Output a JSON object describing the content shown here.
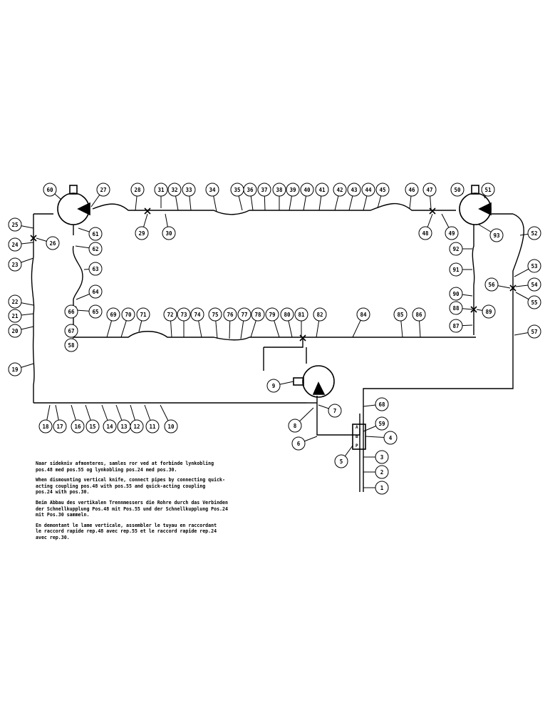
{
  "diagram": {
    "line_color": "#000000",
    "background": "#ffffff",
    "callouts": [
      "1",
      "2",
      "3",
      "4",
      "5",
      "6",
      "7",
      "8",
      "9",
      "10",
      "11",
      "12",
      "13",
      "14",
      "15",
      "16",
      "17",
      "18",
      "19",
      "20",
      "21",
      "22",
      "23",
      "24",
      "25",
      "26",
      "27",
      "28",
      "29",
      "30",
      "31",
      "32",
      "33",
      "34",
      "35",
      "36",
      "37",
      "38",
      "39",
      "40",
      "41",
      "42",
      "43",
      "44",
      "45",
      "46",
      "47",
      "48",
      "49",
      "50",
      "51",
      "52",
      "53",
      "54",
      "55",
      "56",
      "57",
      "58",
      "59",
      "60",
      "61",
      "62",
      "63",
      "64",
      "65",
      "66",
      "67",
      "68",
      "69",
      "70",
      "71",
      "72",
      "73",
      "74",
      "75",
      "76",
      "77",
      "78",
      "79",
      "80",
      "81",
      "82",
      "84",
      "85",
      "86",
      "87",
      "88",
      "89",
      "90",
      "91",
      "92",
      "93"
    ],
    "valve_ports": [
      "A",
      "B",
      "P"
    ]
  },
  "notes": {
    "danish": "Naar sidekniv afmonteres, samles ror ved at forbinde lynkobling\npos.48 med pos.55 og lynkobling pos.24 med pos.30.",
    "english": "When dismounting vertical knife, connect pipes by connecting quick-\nacting coupling pos.48 with pos.55 and quick-acting coupling\npos.24 with pos.30.",
    "german": "Beim Abbau des vertikalen Trennmessers die Rohre durch das Verbinden\nder Schnellkupplung Pos.48 mit Pos.55 und der Schnellkupplung Pos.24\nmit Pos.30 sammeln.",
    "french": "En demontant le lame verticale, assembler le tuyau en raccordant\nle raccord rapide rep.48 avec rep.55 et le raccord rapide rep.24\navec rep.30."
  }
}
